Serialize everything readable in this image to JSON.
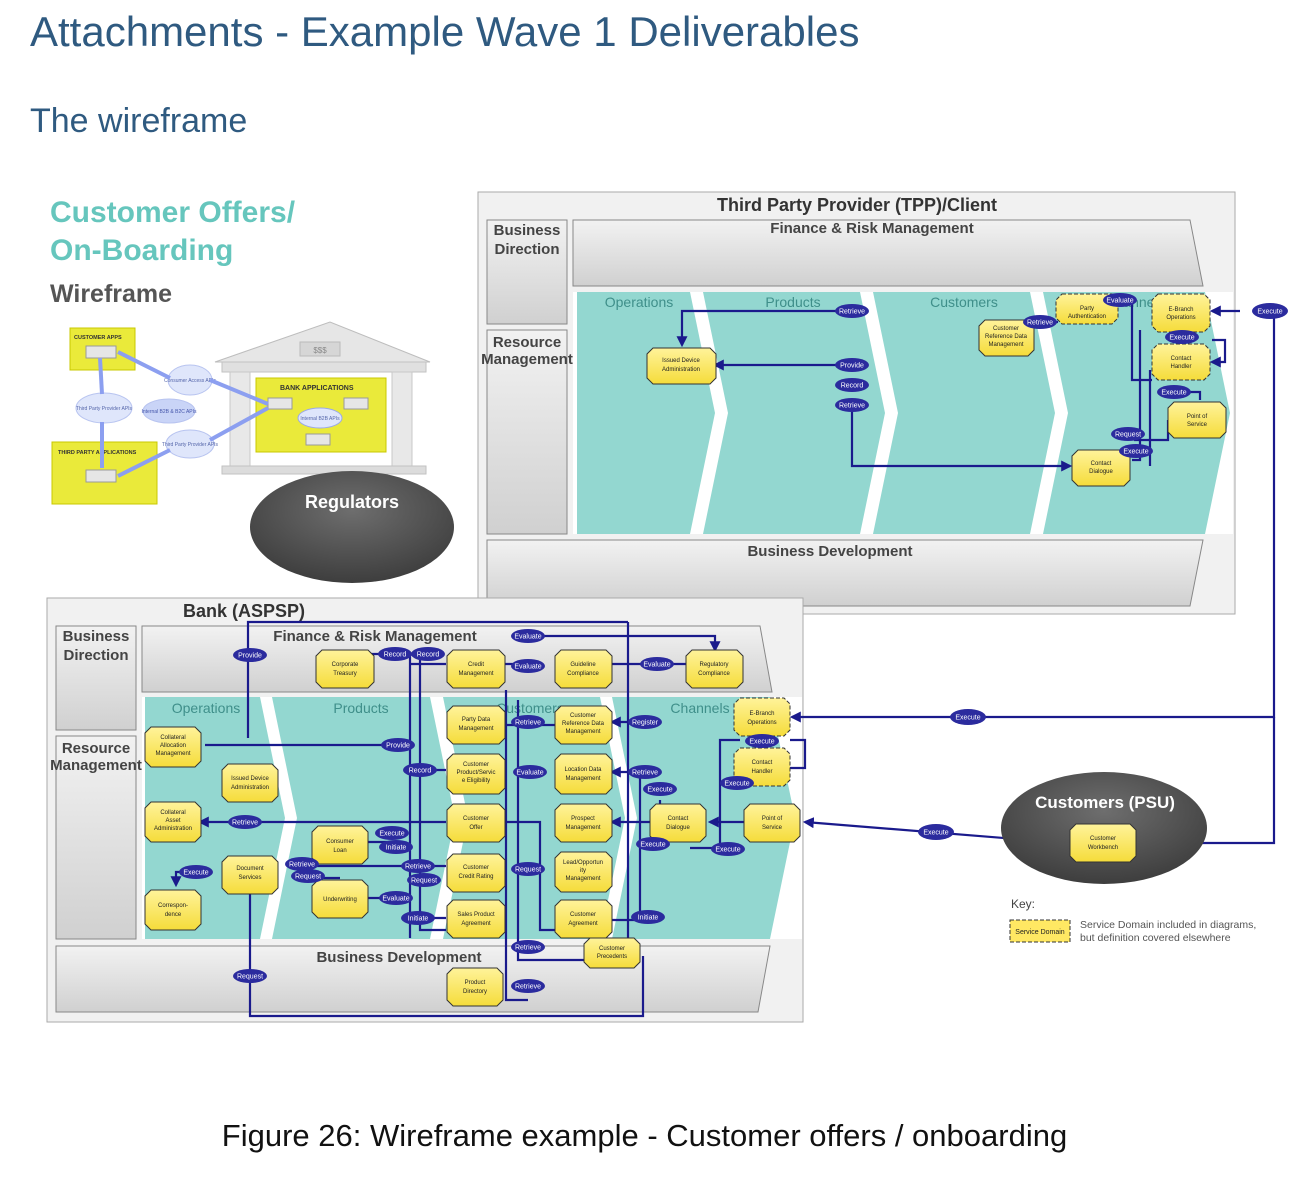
{
  "page": {
    "title": "Attachments - Example Wave 1 Deliverables",
    "subtitle": "The wireframe",
    "caption": "Figure 26: Wireframe example - Customer offers / onboarding"
  },
  "offers": {
    "title_line1": "Customer Offers/",
    "title_line2": "On-Boarding",
    "wireframe": "Wireframe",
    "thumb": {
      "customer_apps": "CUSTOMER APPS",
      "third_party_apps": "THIRD PARTY APPLICATIONS",
      "bank_apps": "BANK APPLICATIONS",
      "cloud1": "Consumer Access APIs",
      "cloud2": "Third Party Provider APIs",
      "cloud3": "Internal B2B & B2C APIs",
      "cloud4": "Third Party Provider APIs",
      "internal": "Internal B2B APIs",
      "bank_sign": "$$$"
    },
    "regulators": "Regulators"
  },
  "tpp": {
    "title": "Third Party Provider (TPP)/Client",
    "business_direction": [
      "Business",
      "Direction"
    ],
    "resource_management": [
      "Resource",
      "Management"
    ],
    "finance_risk": "Finance & Risk Management",
    "business_development": "Business Development",
    "zones": [
      "Operations",
      "Products",
      "Customers",
      "Channels"
    ],
    "sds": {
      "issued_device_admin": [
        "Issued Device",
        "Administration"
      ],
      "party_auth": [
        "Party",
        "Authentication"
      ],
      "customer_ref": [
        "Customer",
        "Reference Data",
        "Management"
      ],
      "ebranch": [
        "E-Branch",
        "Operations"
      ],
      "contact_handler": [
        "Contact",
        "Handler"
      ],
      "point_of_service": [
        "Point of",
        "Service"
      ],
      "contact_dialogue": [
        "Contact",
        "Dialogue"
      ]
    },
    "ovals": {
      "retrieve1": "Retrieve",
      "evaluate": "Evaluate",
      "retrieve2": "Retrieve",
      "provide": "Provide",
      "record": "Record",
      "retrieve3": "Retrieve",
      "execute1": "Execute",
      "execute2": "Execute",
      "request": "Request",
      "execute3": "Execute",
      "execute_right": "Execute"
    }
  },
  "bank": {
    "title": "Bank (ASPSP)",
    "business_direction": [
      "Business",
      "Direction"
    ],
    "resource_management": [
      "Resource",
      "Management"
    ],
    "finance_risk": "Finance & Risk Management",
    "business_development": "Business Development",
    "zones": [
      "Operations",
      "Products",
      "Customers",
      "Channels"
    ],
    "sds": {
      "corporate_treasury": [
        "Corporate",
        "Treasury"
      ],
      "credit_mgmt": [
        "Credit",
        "Management"
      ],
      "guideline_compliance": [
        "Guideline",
        "Compliance"
      ],
      "regulatory_compliance": [
        "Regulatory",
        "Compliance"
      ],
      "collateral_allocation": [
        "Collateral",
        "Allocation",
        "Management"
      ],
      "issued_device_admin": [
        "Issued Device",
        "Administration"
      ],
      "party_data": [
        "Party Data",
        "Management"
      ],
      "customer_ref": [
        "Customer",
        "Reference Data",
        "Management"
      ],
      "customer_product_eligibility": [
        "Customer",
        "Product/Servic",
        "e Eligibility"
      ],
      "location_data": [
        "Location Data",
        "Management"
      ],
      "collateral_asset": [
        "Collateral",
        "Asset",
        "Administration"
      ],
      "consumer_loan": [
        "Consumer",
        "Loan"
      ],
      "customer_offer": [
        "Customer",
        "Offer"
      ],
      "prospect_mgmt": [
        "Prospect",
        "Management"
      ],
      "contact_dialogue": [
        "Contact",
        "Dialogue"
      ],
      "point_of_service": [
        "Point of",
        "Service"
      ],
      "ebranch": [
        "E-Branch",
        "Operations"
      ],
      "contact_handler": [
        "Contact",
        "Handler"
      ],
      "document_services": [
        "Document",
        "Services"
      ],
      "customer_credit_rating": [
        "Customer",
        "Credit Rating"
      ],
      "lead_opportunity": [
        "Lead/Opportun",
        "ity",
        "Management"
      ],
      "correspondence": [
        "Correspon-",
        "dence"
      ],
      "underwriting": [
        "Underwriting"
      ],
      "sales_product_agreement": [
        "Sales Product",
        "Agreement"
      ],
      "customer_agreement": [
        "Customer",
        "Agreement"
      ],
      "customer_precedents": [
        "Customer",
        "Precedents"
      ],
      "product_directory": [
        "Product",
        "Directory"
      ]
    },
    "ovals": {
      "provide1": "Provide",
      "record1": "Record",
      "record2": "Record",
      "evaluate1": "Evaluate",
      "evaluate2": "Evaluate",
      "evaluate3": "Evaluate",
      "retrieve1": "Retrieve",
      "register": "Register",
      "provide2": "Provide",
      "record3": "Record",
      "evaluate4": "Evaluate",
      "retrieve2": "Retrieve",
      "execute1": "Execute",
      "retrieve3": "Retrieve",
      "execute2": "Execute",
      "initiate1": "Initiate",
      "execute3": "Execute",
      "execute4": "Execute",
      "execute5": "Execute",
      "execute6": "Execute",
      "retrieve4": "Retrieve",
      "request1": "Request",
      "retrieve5": "Retrieve",
      "request2": "Request",
      "request3": "Request",
      "execute7": "Execute",
      "initiate2": "Initiate",
      "evaluate5": "Evaluate",
      "initiate3": "Initiate",
      "retrieve6": "Retrieve",
      "request4": "Request",
      "retrieve7": "Retrieve",
      "execute_mid": "Execute",
      "execute_low": "Execute"
    }
  },
  "customers": {
    "title": "Customers (PSU)",
    "workbench": [
      "Customer",
      "Workbench"
    ]
  },
  "key": {
    "title": "Key:",
    "sample": "Service Domain",
    "desc_line1": "Service Domain included in diagrams,",
    "desc_line2": "but definition covered elsewhere"
  },
  "colors": {
    "title_blue": "#2f5a80",
    "teal": "#66c6bd",
    "zone_teal": "#93d7d0",
    "sd_yellow": "#ffe863",
    "line_navy": "#1a1a8c",
    "oval_navy": "#2b2b9e"
  }
}
